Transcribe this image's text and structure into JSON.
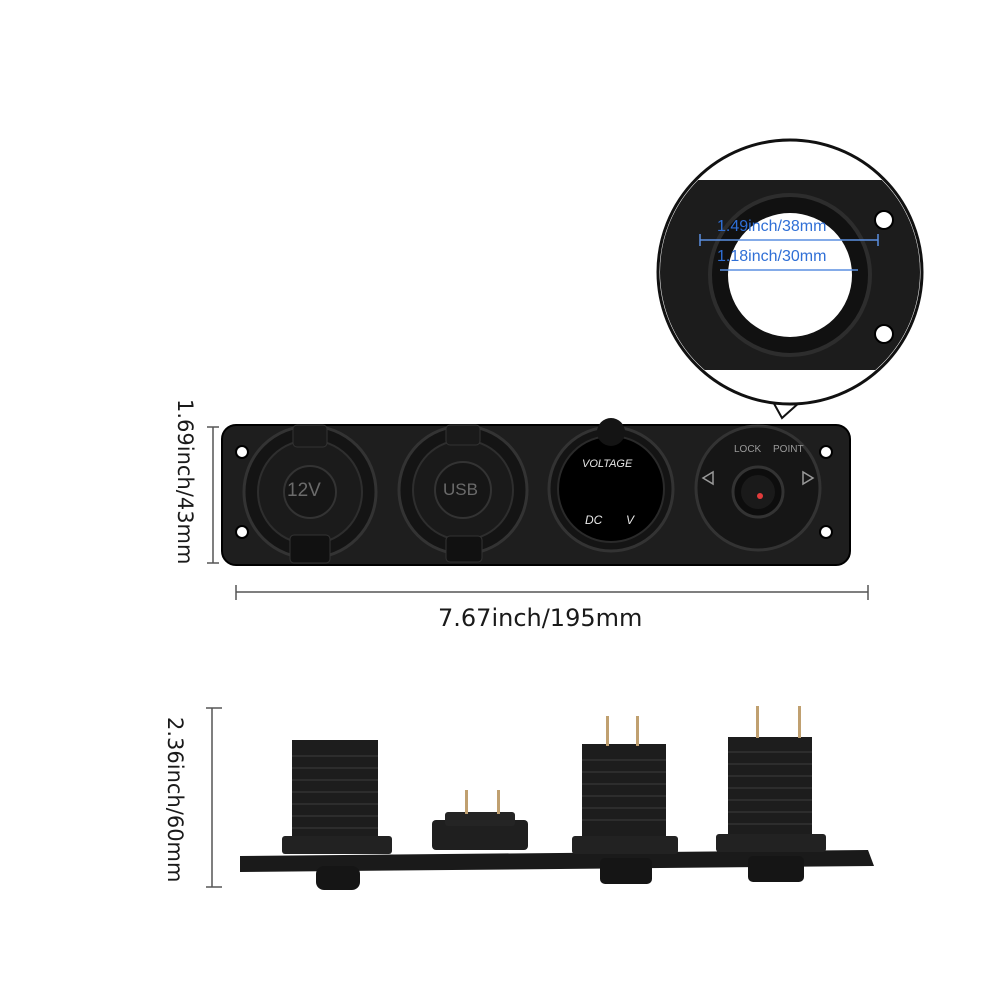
{
  "dimensions": {
    "height_front": "1.69inch/43mm",
    "width_front": "7.67inch/195mm",
    "height_side": "2.36inch/60mm",
    "outer_hole": "1.49inch/38mm",
    "inner_hole": "1.18inch/30mm"
  },
  "panel_labels": {
    "socket_12v": "12V",
    "socket_usb": "USB",
    "voltmeter_title": "VOLTAGE",
    "voltmeter_dc": "DC",
    "voltmeter_v": "V",
    "switch_lock": "LOCK",
    "switch_point": "POINT"
  },
  "colors": {
    "panel": "#1c1c1c",
    "dimension_line": "#555555",
    "callout_text": "#2f6fd6",
    "led": "#e23b3b"
  }
}
